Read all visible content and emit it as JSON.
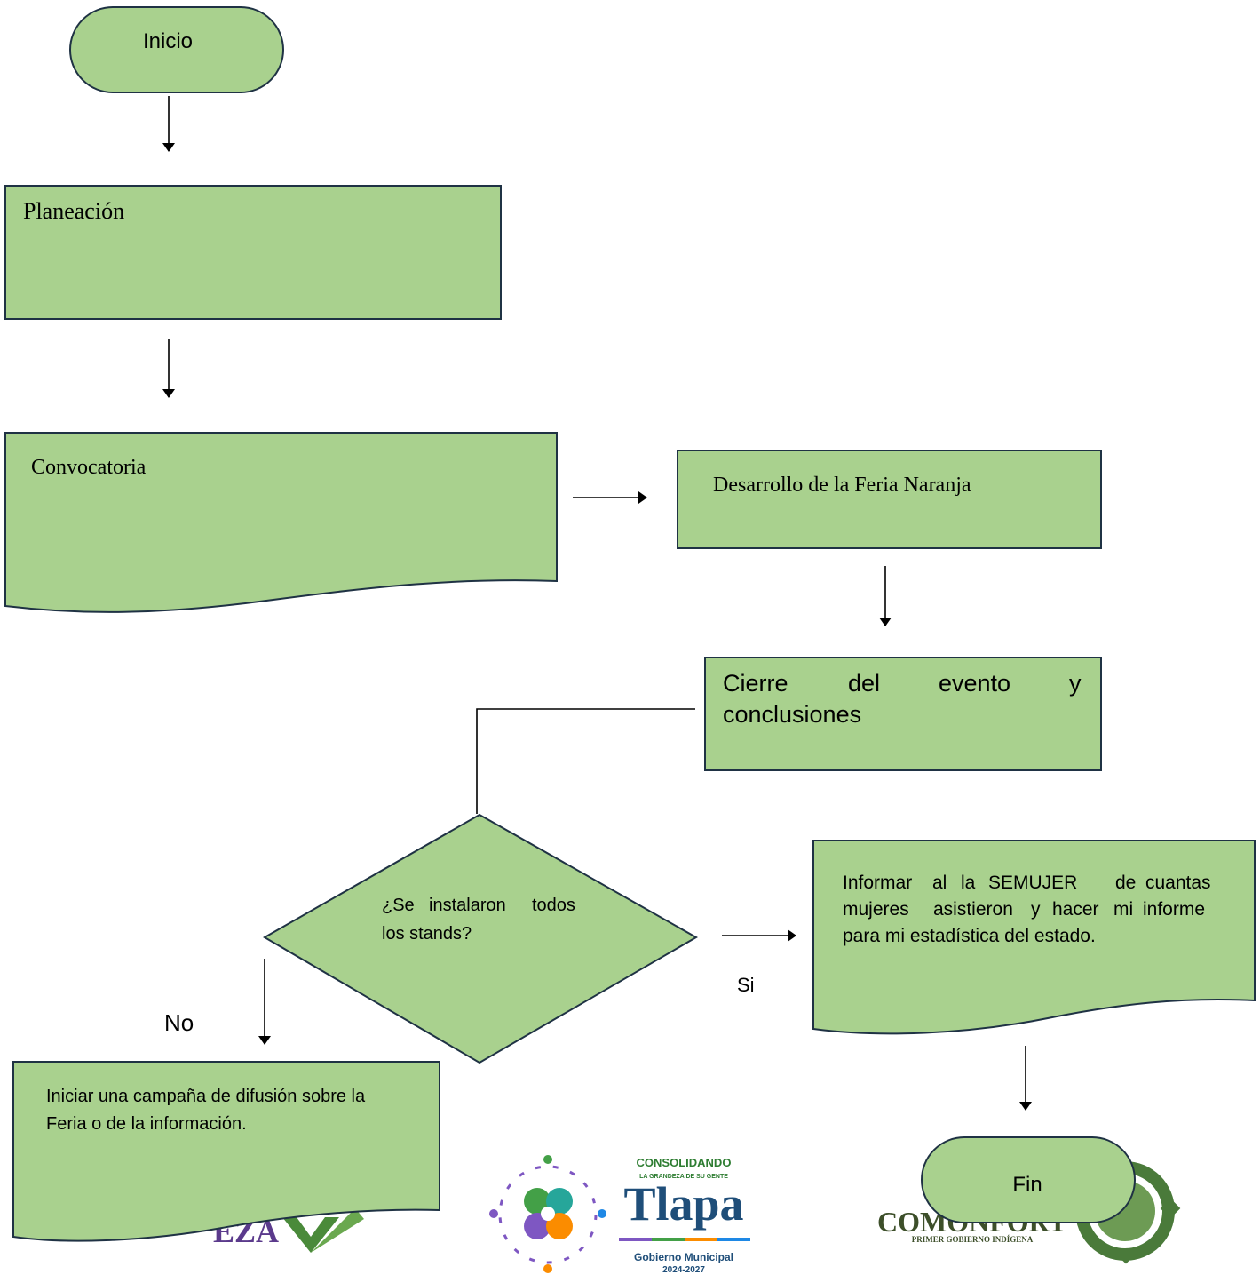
{
  "nodes": {
    "inicio": "Inicio",
    "planeacion": "Planeación",
    "convocatoria": "Convocatoria",
    "desarrollo": "Desarrollo de la Feria Naranja",
    "cierre": {
      "line1": [
        "Cierre",
        "del",
        "evento",
        "y"
      ],
      "line2": "conclusiones"
    },
    "decision": {
      "line1": [
        "¿Se",
        "instalaron",
        "todos"
      ],
      "line2": "los stands?"
    },
    "informar": {
      "line1": [
        "Informar",
        "al",
        "la",
        "SEMUJER",
        "de",
        "cuantas"
      ],
      "line2": [
        "mujeres",
        "asistieron",
        "y",
        "hacer",
        "mi",
        "informe"
      ],
      "line3": "para mi estadística del estado."
    },
    "campana": {
      "line1": "Iniciar una campaña de difusión sobre la",
      "line2": "Feria o de la información."
    },
    "fin": "Fin"
  },
  "edge_labels": {
    "no": "No",
    "si": "Si"
  },
  "logos": {
    "left_fragment": "EZA",
    "tlapa": {
      "top": "CONSOLIDANDO",
      "tagline": "LA GRANDEZA DE SU GENTE",
      "name": "Tlapa",
      "sub": "Gobierno Municipal",
      "years": "2024-2027"
    },
    "right": {
      "main": "COMONFORT",
      "sub": "PRIMER GOBIERNO INDÍGENA"
    }
  },
  "colors": {
    "shape_fill": "#a9d18e",
    "shape_stroke": "#1f3244",
    "tlapa_green": "#2e7d32",
    "tlapa_blue": "#1f4e79",
    "comonfort_green": "#4a7a3a"
  }
}
